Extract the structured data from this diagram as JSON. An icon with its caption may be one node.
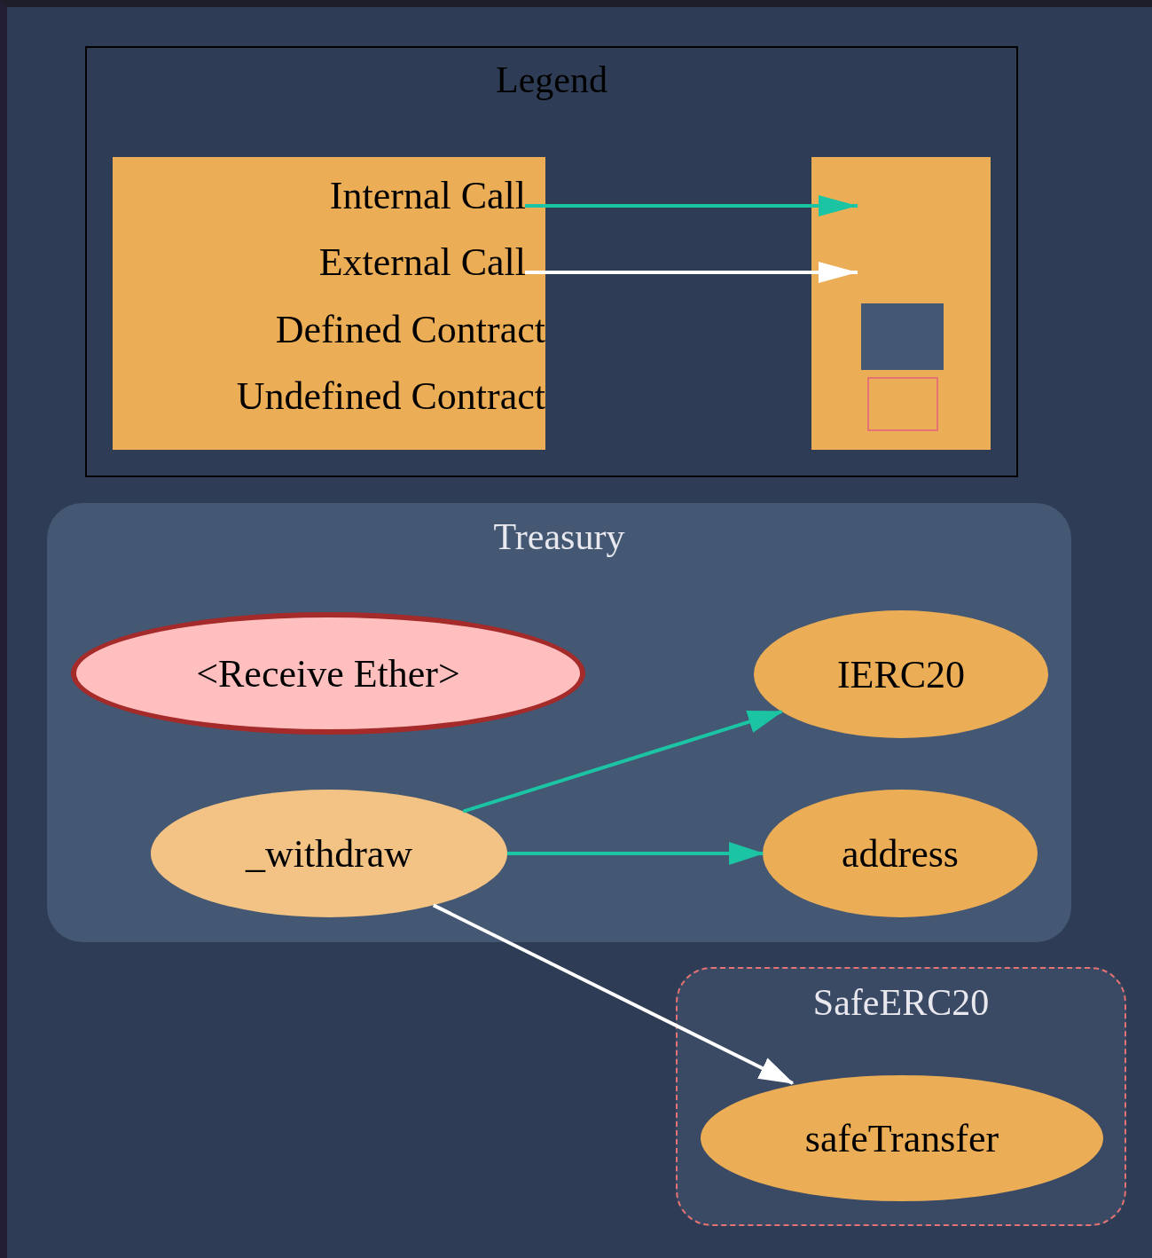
{
  "diagram": {
    "nodes": [
      {
        "text": [
          "Legend"
        ]
      },
      {
        "text": [
          "Treasury"
        ]
      },
      {
        "text": [
          "<Receive Ether>"
        ],
        "in": 1
      },
      {
        "text": [
          "IERC20"
        ],
        "in": 1
      },
      {
        "text": [
          "_withdraw"
        ],
        "in": 1
      },
      {
        "text": [
          "address"
        ],
        "in": 1
      },
      {
        "text": [
          "SafeERC20"
        ]
      },
      {
        "text": [
          "safeTransfer"
        ],
        "in": 6
      }
    ],
    "edges": [
      {
        "from": 4,
        "to": 3,
        "arrow": "to"
      },
      {
        "from": 4,
        "to": 5,
        "arrow": "to"
      },
      {
        "from": 4,
        "to": 7,
        "arrow": "to",
        "color": "#ffffff"
      }
    ],
    "legend": [
      {
        "text": "Internal Call"
      },
      {
        "text": "External Call"
      },
      {
        "text": "Defined Contract",
        "color": "#445773"
      },
      {
        "text": "Undefined Contract"
      }
    ]
  }
}
